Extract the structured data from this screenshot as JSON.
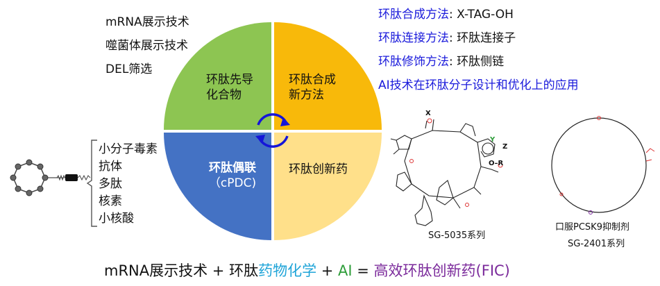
{
  "left_top_list": [
    "mRNA展示技术",
    "噬菌体展示技术",
    "DEL筛选"
  ],
  "right_top_list": [
    {
      "label": "环肽合成方法",
      "sep": ": ",
      "value": "X-TAG-OH"
    },
    {
      "label": "环肽连接方法",
      "sep": ": ",
      "value": "环肽连接子"
    },
    {
      "label": "环肽修饰方法",
      "sep": ": ",
      "value": "环肽侧链"
    },
    {
      "label": "AI技术在环肽分子设计和优化上的应用",
      "sep": "",
      "value": ""
    }
  ],
  "quadrants": {
    "top_left": [
      "环肽先导",
      "化合物"
    ],
    "top_right": [
      "环肽合成",
      "新方法"
    ],
    "bottom_left": [
      "环肽偶联",
      "（cPDC)"
    ],
    "bottom_right": [
      "环肽创新药"
    ]
  },
  "payload_list": [
    "小分子毒素",
    "抗体",
    "多肽",
    "核素",
    "小核酸"
  ],
  "molecule_letters": {
    "x": "X",
    "y": "Y",
    "z": "Z",
    "r": "O–R"
  },
  "caption_sg5035": "SG-5035系列",
  "caption_oral": "口服PCSK9抑制剂",
  "caption_sg2401": "SG-2401系列",
  "bottom_formula": [
    {
      "text": "mRNA展示技术 + 环肽",
      "color": "#111111"
    },
    {
      "text": "药物化学",
      "color": "#1fa4d8"
    },
    {
      "text": " + ",
      "color": "#111111"
    },
    {
      "text": "AI",
      "color": "#2e9d3a"
    },
    {
      "text": " = ",
      "color": "#111111"
    },
    {
      "text": "高效环肽创新药(FIC)",
      "color": "#7b2a9b"
    }
  ],
  "colors": {
    "green": "#8dc552",
    "orange": "#f8b90a",
    "blue": "#4472c4",
    "yellow": "#ffe08a",
    "arrow": "#1515d8",
    "right_text": "#1a1adb"
  }
}
